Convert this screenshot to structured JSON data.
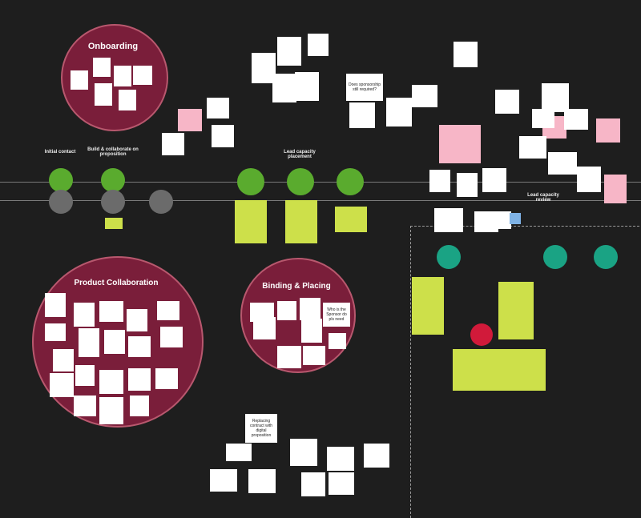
{
  "circles": {
    "onboarding": "Onboarding",
    "product_collaboration": "Product Collaboration",
    "binding_placing": "Binding & Placing"
  },
  "stages": {
    "initial_contact": "Initial contact",
    "build_collaborate": "Build & collaborate on proposition",
    "lead_capacity_placement": "Lead capacity placement",
    "lead_capacity_review": "Lead capacity review"
  },
  "big_notes": {
    "does_sponsorship": "Does sponsorship still required?",
    "replacing_contract": "Replacing contract with digital proposition",
    "who_is_sponsor": "Who is the Sponsor do pls need"
  }
}
